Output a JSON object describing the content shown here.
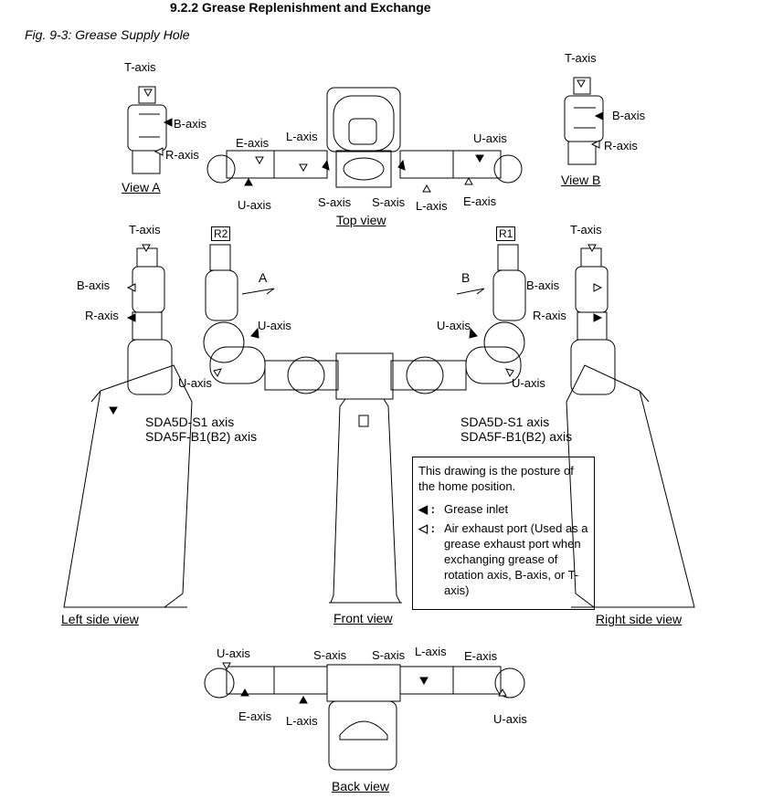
{
  "heading": "9.2.2   Grease Replenishment and Exchange",
  "caption": "Fig. 9-3: Grease Supply Hole",
  "views": {
    "view_a": "View A",
    "view_b": "View B",
    "top": "Top view",
    "left": "Left side view",
    "front": "Front view",
    "right": "Right side view",
    "back": "Back view"
  },
  "axes": {
    "t": "T-axis",
    "b": "B-axis",
    "r": "R-axis",
    "e": "E-axis",
    "l": "L-axis",
    "u": "U-axis",
    "s": "S-axis"
  },
  "tags": {
    "r1": "R1",
    "r2": "R2",
    "a": "A",
    "b": "B"
  },
  "model_left": [
    "SDA5D-S1 axis",
    "SDA5F-B1(B2) axis"
  ],
  "model_right": [
    "SDA5D-S1 axis",
    "SDA5F-B1(B2) axis"
  ],
  "legend": {
    "note": "This drawing is the posture of the home position.",
    "inlet_symbol": "◀ :",
    "inlet_label": "Grease inlet",
    "exhaust_symbol": "◁ :",
    "exhaust_label": "Air exhaust port (Used as a grease exhaust port when exchanging grease of rotation axis, B-axis, or T-axis)"
  }
}
